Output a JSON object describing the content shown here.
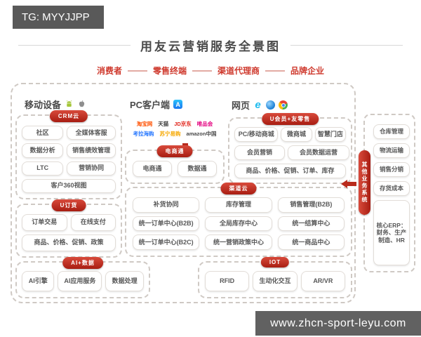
{
  "watermarks": {
    "top": "TG: MYYJJPP",
    "bottom": "www.zhcn-sport-leyu.com"
  },
  "title": "用友云营销服务全景图",
  "chain": {
    "items": [
      "消费者",
      "零售终端",
      "渠道代理商",
      "品牌企业"
    ]
  },
  "headers": {
    "mobile": "移动设备",
    "pc": "PC客户端",
    "web": "网页"
  },
  "logos": [
    {
      "label": "淘宝网",
      "style": "color:#ff5000"
    },
    {
      "label": "天猫",
      "style": "color:#3c3c3c"
    },
    {
      "label": "JD京东",
      "style": "color:#e1251b"
    },
    {
      "label": "唯品会",
      "style": "color:#e4007f"
    },
    {
      "label": "考拉海购",
      "style": "color:#2878ff"
    },
    {
      "label": "苏宁易购",
      "style": "color:#f6a800"
    },
    {
      "label": "amazon中国",
      "style": "color:#474747"
    }
  ],
  "sections": {
    "crm": {
      "pill": "CRM云",
      "boxes": [
        "社区",
        "全媒体客服",
        "数据分析",
        "销售绩效管理",
        "LTC",
        "营销协同",
        "客户360视图"
      ]
    },
    "uorder": {
      "pill": "U订货",
      "boxes": [
        "订单交易",
        "在线支付",
        "商品、价格、促销、政策"
      ]
    },
    "ai": {
      "pill": "AI+数据",
      "boxes": [
        "AI引擎",
        "AI应用服务",
        "数据处理"
      ]
    },
    "ecom": {
      "pill": "电商通",
      "boxes": [
        "电商通",
        "数据通"
      ]
    },
    "member": {
      "pill": "U会员+友零售",
      "boxes": [
        "PC/移动商城",
        "微商城",
        "智慧门店",
        "会员营销",
        "会员数据运营",
        "商品、价格、促销、订单、库存"
      ]
    },
    "channel": {
      "pill": "渠道云",
      "boxes": [
        "补货协同",
        "库存管理",
        "销售管理(B2B)",
        "统一订单中心(B2B)",
        "全局库存中心",
        "统一结算中心",
        "统一订单中心(B2C)",
        "统一营销政策中心",
        "统一商品中心"
      ]
    },
    "iot": {
      "pill": "IOT",
      "boxes": [
        "RFID",
        "生动化交互",
        "AR/VR"
      ]
    },
    "other": {
      "pill": "其他业务系统",
      "boxes": [
        "仓库管理",
        "物流运输",
        "销售分销",
        "存货成本",
        "核心ERP：财务、生产制造、HR"
      ]
    }
  },
  "colors": {
    "accent": "#b92b1d",
    "chain_text": "#cf3a2e",
    "dash_border": "#cfc9c4",
    "title_text": "#4a4a4a",
    "watermark_bg": "#595959"
  }
}
